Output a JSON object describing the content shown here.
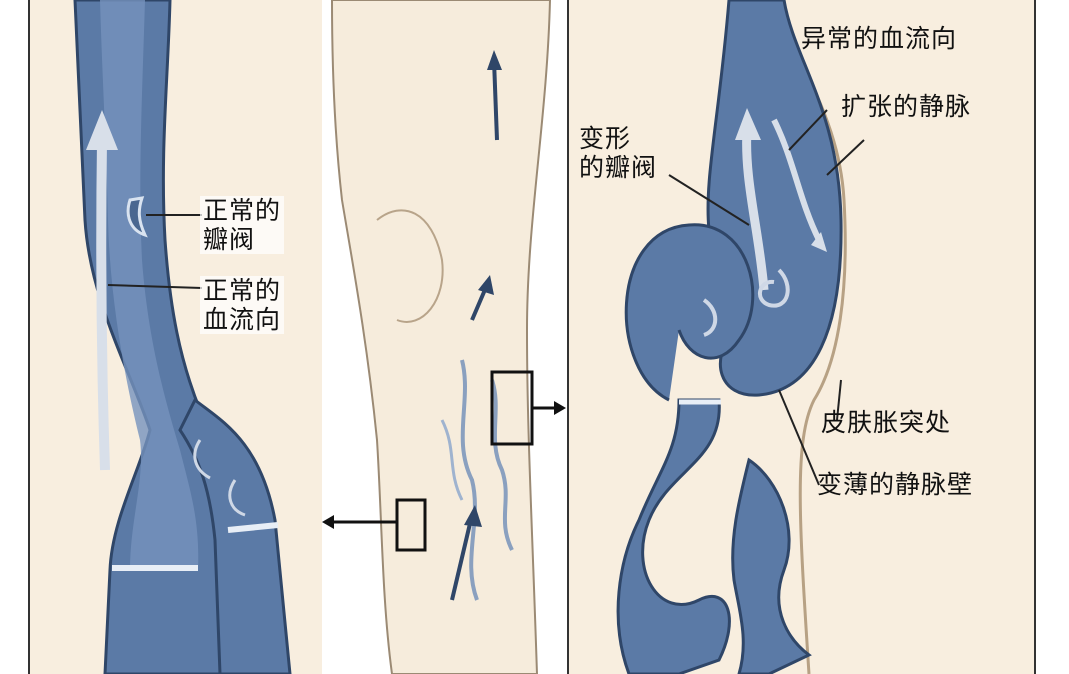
{
  "diagram": {
    "left_panel": {
      "normal_valve_label": "正常的\n瓣阀",
      "normal_flow_label": "正常的\n血流向"
    },
    "right_panel": {
      "abnormal_flow_label": "异常的血流向",
      "dilated_vein_label": "扩张的静脉",
      "deformed_valve_label": "变形\n的瓣阀",
      "skin_bulge_label": "皮肤胀突处",
      "thin_wall_label": "变薄的静脉壁"
    },
    "colors": {
      "vein": "#5b7aa6",
      "vein_dark": "#2f4668",
      "skin": "#f6ecdc",
      "background": "#ffffff",
      "arrow": "#cfd8e6"
    }
  }
}
